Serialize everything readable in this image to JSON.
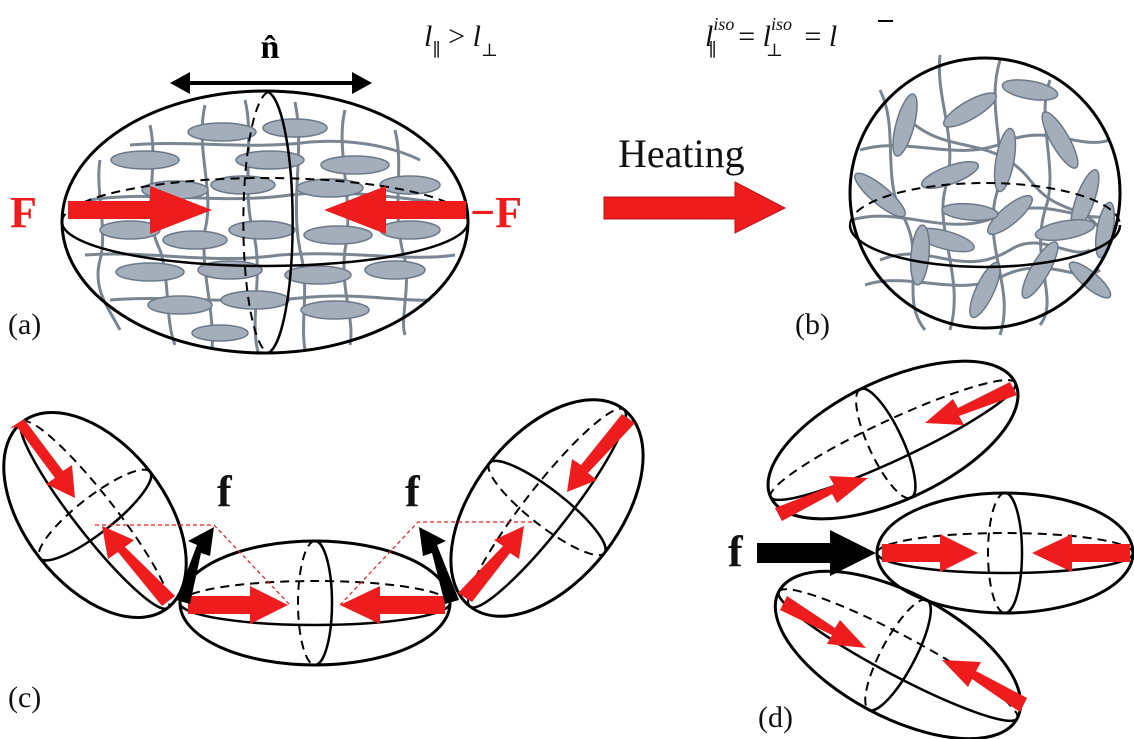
{
  "labels": {
    "a": "(a)",
    "b": "(b)",
    "c": "(c)",
    "d": "(d)"
  },
  "director": "n̂",
  "equation_a": {
    "lhs": "l",
    "lhs_sub": "∥",
    "op": " > ",
    "rhs": "l",
    "rhs_sub": "⊥"
  },
  "equation_b": {
    "l1": "l",
    "l1_sup": "iso",
    "l1_sub": "∥",
    "eq1": " = ",
    "l2": "l",
    "l2_sup": "iso",
    "l2_sub": "⊥",
    "eq2": " = ",
    "lbar": "l"
  },
  "process_label": "Heating",
  "force_left": "F",
  "force_right": "−F",
  "force_small": "f",
  "colors": {
    "red_arrow": "#ee1c1c",
    "mesogen_fill": "#a4aebb",
    "mesogen_stroke": "#6b7888",
    "strand": "#7a8592",
    "outline": "#000000"
  }
}
